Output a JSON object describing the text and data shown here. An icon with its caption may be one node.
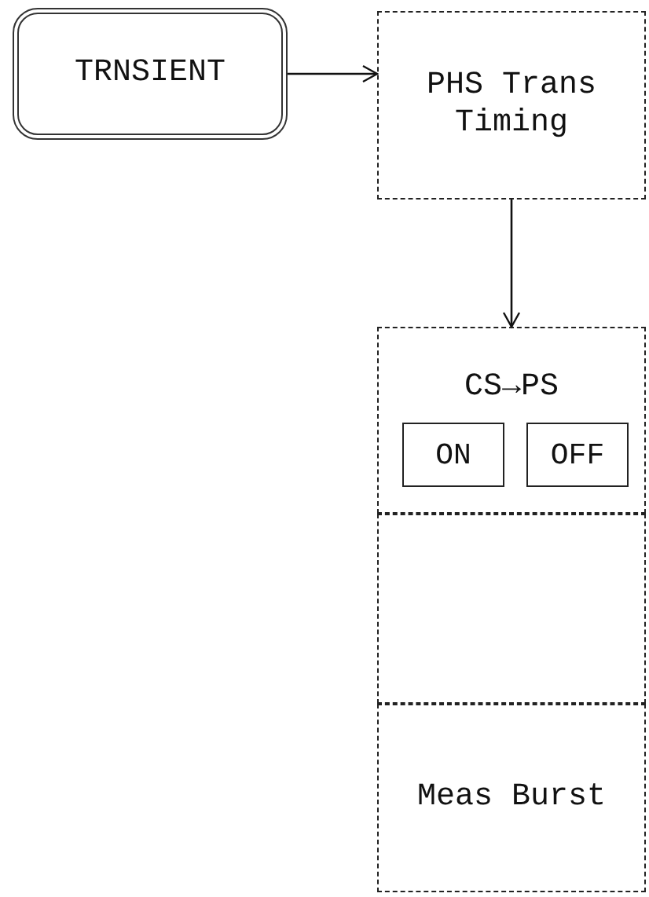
{
  "diagram": {
    "nodes": [
      {
        "text": [
          "TRNSIENT"
        ]
      },
      {
        "text": [
          "PHS Trans Timing"
        ]
      },
      {
        "text": [
          "CS→PS"
        ]
      },
      {
        "text": [
          "ON"
        ],
        "in": 2
      },
      {
        "text": [
          "OFF"
        ],
        "in": 2
      },
      {
        "text": [],
        "shape": "box"
      },
      {
        "text": [
          "Meas Burst"
        ]
      }
    ],
    "edges": [
      {
        "from": 0,
        "to": 1,
        "arrow": "to"
      },
      {
        "from": 1,
        "to": 2,
        "arrow": "to"
      }
    ]
  }
}
